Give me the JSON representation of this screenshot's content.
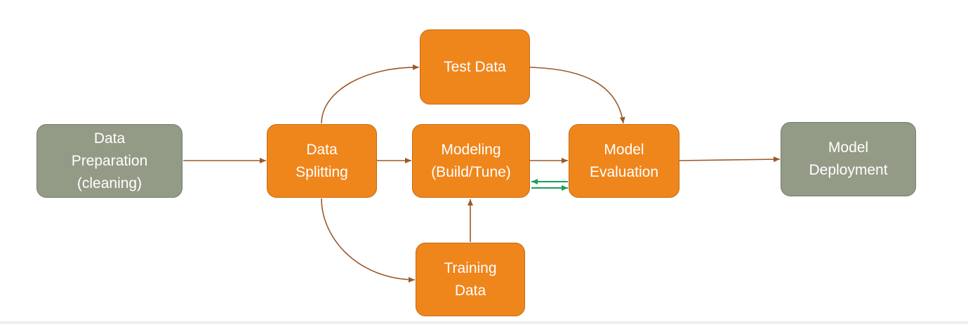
{
  "nodes": {
    "data_preparation": {
      "lines": [
        "Data",
        "Preparation",
        "(cleaning)"
      ]
    },
    "data_splitting": {
      "lines": [
        "Data",
        "Splitting"
      ]
    },
    "test_data": {
      "lines": [
        "Test Data"
      ]
    },
    "modeling": {
      "lines": [
        "Modeling",
        "(Build/Tune)"
      ]
    },
    "training_data": {
      "lines": [
        "Training",
        "Data"
      ]
    },
    "model_evaluation": {
      "lines": [
        "Model",
        "Evaluation"
      ]
    },
    "model_deployment": {
      "lines": [
        "Model",
        "Deployment"
      ]
    }
  },
  "colors": {
    "process_box": "#ef861c",
    "endpoint_box": "#939b87",
    "flow_arrow": "#9a5a2a",
    "feedback_arrow": "#1a9e5a"
  },
  "edges": [
    {
      "from": "data_preparation",
      "to": "data_splitting"
    },
    {
      "from": "data_splitting",
      "to": "test_data"
    },
    {
      "from": "data_splitting",
      "to": "modeling"
    },
    {
      "from": "data_splitting",
      "to": "training_data"
    },
    {
      "from": "training_data",
      "to": "modeling"
    },
    {
      "from": "test_data",
      "to": "model_evaluation"
    },
    {
      "from": "modeling",
      "to": "model_evaluation"
    },
    {
      "from": "model_evaluation",
      "to": "modeling",
      "kind": "feedback"
    },
    {
      "from": "model_evaluation",
      "to": "model_deployment"
    }
  ]
}
